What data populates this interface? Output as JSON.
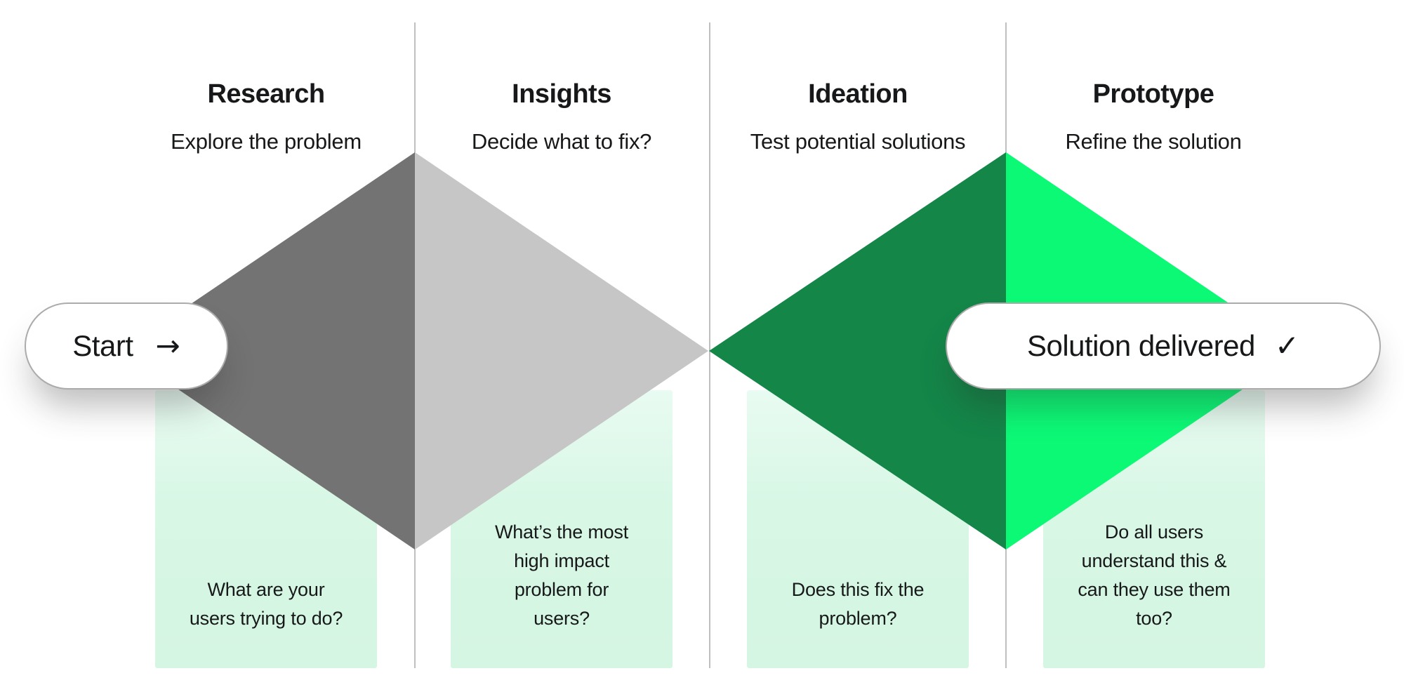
{
  "diagram": {
    "phases": [
      {
        "title": "Research",
        "subtitle": "Explore the problem",
        "question": "What are your\nusers trying to do?"
      },
      {
        "title": "Insights",
        "subtitle": "Decide what to fix?",
        "question": "What’s the most\nhigh impact\nproblem for\nusers?"
      },
      {
        "title": "Ideation",
        "subtitle": "Test potential solutions",
        "question": "Does this fix the\nproblem?"
      },
      {
        "title": "Prototype",
        "subtitle": "Refine the solution",
        "question": "Do all users\nunderstand this &\ncan they use them\ntoo?"
      }
    ],
    "start_pill": {
      "label": "Start",
      "icon": "arrow-right",
      "icon_glyph": "→"
    },
    "end_pill": {
      "label": "Solution delivered",
      "icon": "checkmark",
      "icon_glyph": "✓"
    },
    "colors": {
      "diamond_dark_gray": "#737373",
      "diamond_light_gray": "#c6c6c6",
      "diamond_dark_green": "#148648",
      "diamond_bright_green": "#0cf976",
      "question_box_mint": "#d5f6e3",
      "divider_gray": "#bfbfbf",
      "pill_border_gray": "#ababab",
      "text_dark": "#17181a"
    }
  }
}
